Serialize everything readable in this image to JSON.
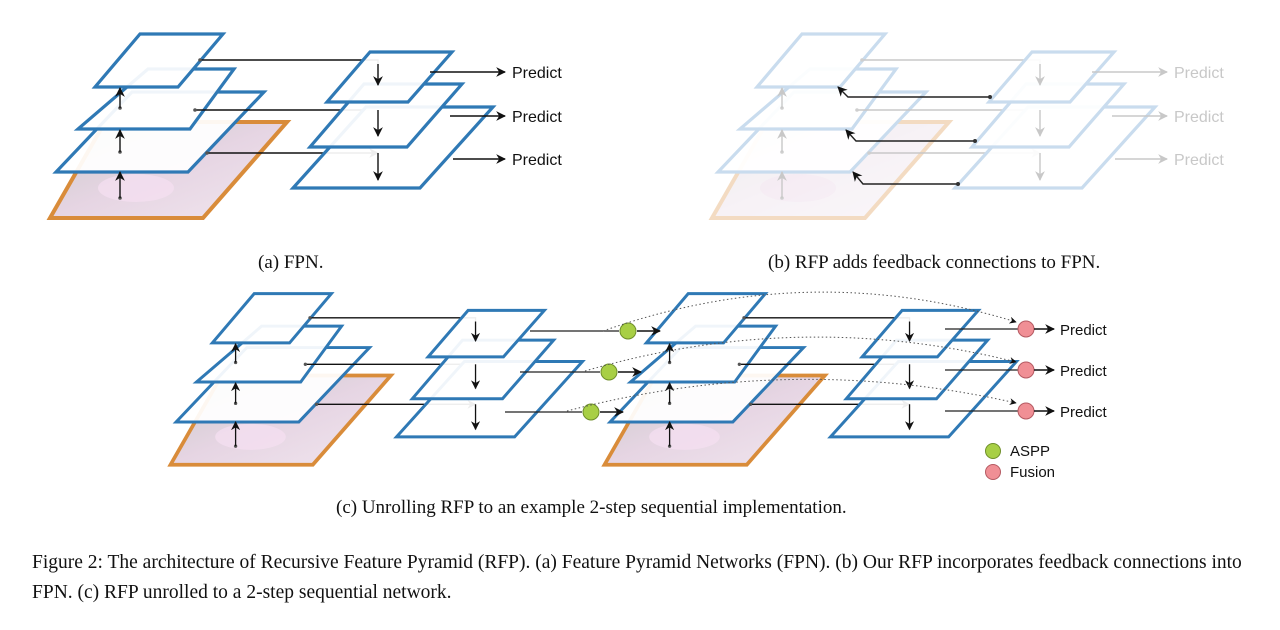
{
  "figure": {
    "panels": [
      {
        "id": "a",
        "caption": "(a) FPN.",
        "predict_labels": [
          "Predict",
          "Predict",
          "Predict"
        ]
      },
      {
        "id": "b",
        "caption": "(b) RFP adds feedback connections to FPN.",
        "predict_labels": [
          "Predict",
          "Predict",
          "Predict"
        ]
      },
      {
        "id": "c",
        "caption": "(c) Unrolling RFP to an example 2-step sequential implementation.",
        "predict_labels": [
          "Predict",
          "Predict",
          "Predict"
        ]
      }
    ],
    "legend": [
      {
        "label": "ASPP",
        "color": "#a8cf45"
      },
      {
        "label": "Fusion",
        "color": "#f08f95"
      }
    ],
    "caption": "Figure 2: The architecture of Recursive Feature Pyramid (RFP). (a) Feature Pyramid Networks (FPN). (b) Our RFP incorporates feedback connections into FPN. (c) RFP unrolled to a 2-step sequential network.",
    "colors": {
      "feature_plane": "#2f79b5",
      "image_border": "#d98c3a",
      "arrow": "#111111",
      "faded_plane": "#c9dcee",
      "aspp": "#a8cf45",
      "fusion": "#f08f95"
    }
  }
}
